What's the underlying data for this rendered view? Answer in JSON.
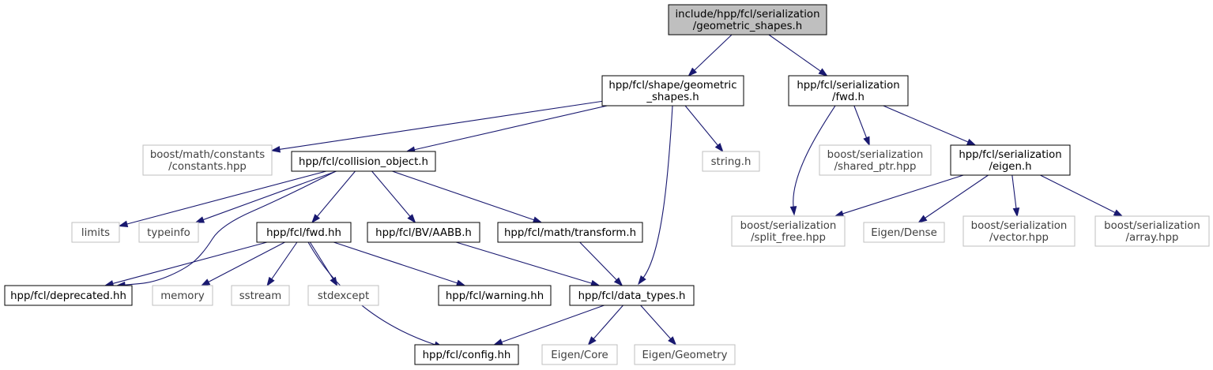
{
  "root": {
    "id": "root",
    "lines": [
      "include/hpp/fcl/serialization",
      "/geometric_shapes.h"
    ],
    "fill": "#bfbfbf",
    "stroke": "#000000"
  },
  "nodes": [
    {
      "id": "shape_geom",
      "lines": [
        "hpp/fcl/shape/geometric",
        "_shapes.h"
      ],
      "kind": "local"
    },
    {
      "id": "ser_fwd",
      "lines": [
        "hpp/fcl/serialization",
        "/fwd.h"
      ],
      "kind": "local"
    },
    {
      "id": "boost_math_const",
      "lines": [
        "boost/math/constants",
        "/constants.hpp"
      ],
      "kind": "system"
    },
    {
      "id": "collision_object",
      "lines": [
        "hpp/fcl/collision_object.h"
      ],
      "kind": "local"
    },
    {
      "id": "string_h",
      "lines": [
        "string.h"
      ],
      "kind": "system"
    },
    {
      "id": "boost_ser_shared",
      "lines": [
        "boost/serialization",
        "/shared_ptr.hpp"
      ],
      "kind": "system"
    },
    {
      "id": "ser_eigen",
      "lines": [
        "hpp/fcl/serialization",
        "/eigen.h"
      ],
      "kind": "local"
    },
    {
      "id": "limits",
      "lines": [
        "limits"
      ],
      "kind": "system"
    },
    {
      "id": "typeinfo",
      "lines": [
        "typeinfo"
      ],
      "kind": "system"
    },
    {
      "id": "fcl_fwd",
      "lines": [
        "hpp/fcl/fwd.hh"
      ],
      "kind": "local"
    },
    {
      "id": "bv_aabb",
      "lines": [
        "hpp/fcl/BV/AABB.h"
      ],
      "kind": "local"
    },
    {
      "id": "math_transform",
      "lines": [
        "hpp/fcl/math/transform.h"
      ],
      "kind": "local"
    },
    {
      "id": "boost_split_free",
      "lines": [
        "boost/serialization",
        "/split_free.hpp"
      ],
      "kind": "system"
    },
    {
      "id": "eigen_dense",
      "lines": [
        "Eigen/Dense"
      ],
      "kind": "system"
    },
    {
      "id": "boost_vector",
      "lines": [
        "boost/serialization",
        "/vector.hpp"
      ],
      "kind": "system"
    },
    {
      "id": "boost_array",
      "lines": [
        "boost/serialization",
        "/array.hpp"
      ],
      "kind": "system"
    },
    {
      "id": "deprecated",
      "lines": [
        "hpp/fcl/deprecated.hh"
      ],
      "kind": "local"
    },
    {
      "id": "memory",
      "lines": [
        "memory"
      ],
      "kind": "system"
    },
    {
      "id": "sstream",
      "lines": [
        "sstream"
      ],
      "kind": "system"
    },
    {
      "id": "stdexcept",
      "lines": [
        "stdexcept"
      ],
      "kind": "system"
    },
    {
      "id": "warning",
      "lines": [
        "hpp/fcl/warning.hh"
      ],
      "kind": "local"
    },
    {
      "id": "data_types",
      "lines": [
        "hpp/fcl/data_types.h"
      ],
      "kind": "local"
    },
    {
      "id": "config",
      "lines": [
        "hpp/fcl/config.hh"
      ],
      "kind": "local"
    },
    {
      "id": "eigen_core",
      "lines": [
        "Eigen/Core"
      ],
      "kind": "system"
    },
    {
      "id": "eigen_geometry",
      "lines": [
        "Eigen/Geometry"
      ],
      "kind": "system"
    }
  ],
  "edges": [
    {
      "from": "root",
      "to": "shape_geom"
    },
    {
      "from": "root",
      "to": "ser_fwd"
    },
    {
      "from": "shape_geom",
      "to": "boost_math_const"
    },
    {
      "from": "shape_geom",
      "to": "collision_object"
    },
    {
      "from": "shape_geom",
      "to": "string_h"
    },
    {
      "from": "shape_geom",
      "to": "data_types"
    },
    {
      "from": "ser_fwd",
      "to": "boost_ser_shared"
    },
    {
      "from": "ser_fwd",
      "to": "ser_eigen"
    },
    {
      "from": "ser_fwd",
      "to": "boost_split_free"
    },
    {
      "from": "ser_eigen",
      "to": "boost_split_free"
    },
    {
      "from": "ser_eigen",
      "to": "eigen_dense"
    },
    {
      "from": "ser_eigen",
      "to": "boost_vector"
    },
    {
      "from": "ser_eigen",
      "to": "boost_array"
    },
    {
      "from": "collision_object",
      "to": "limits"
    },
    {
      "from": "collision_object",
      "to": "typeinfo"
    },
    {
      "from": "collision_object",
      "to": "deprecated"
    },
    {
      "from": "collision_object",
      "to": "fcl_fwd"
    },
    {
      "from": "collision_object",
      "to": "bv_aabb"
    },
    {
      "from": "collision_object",
      "to": "math_transform"
    },
    {
      "from": "fcl_fwd",
      "to": "deprecated"
    },
    {
      "from": "fcl_fwd",
      "to": "memory"
    },
    {
      "from": "fcl_fwd",
      "to": "sstream"
    },
    {
      "from": "fcl_fwd",
      "to": "stdexcept"
    },
    {
      "from": "fcl_fwd",
      "to": "warning"
    },
    {
      "from": "fcl_fwd",
      "to": "config"
    },
    {
      "from": "bv_aabb",
      "to": "data_types"
    },
    {
      "from": "math_transform",
      "to": "data_types"
    },
    {
      "from": "data_types",
      "to": "config"
    },
    {
      "from": "data_types",
      "to": "eigen_core"
    },
    {
      "from": "data_types",
      "to": "eigen_geometry"
    }
  ],
  "colors": {
    "edge": "#191970",
    "local_stroke": "#000000",
    "system_stroke": "#bfbfbf",
    "system_text": "#404040",
    "root_fill": "#bfbfbf"
  }
}
